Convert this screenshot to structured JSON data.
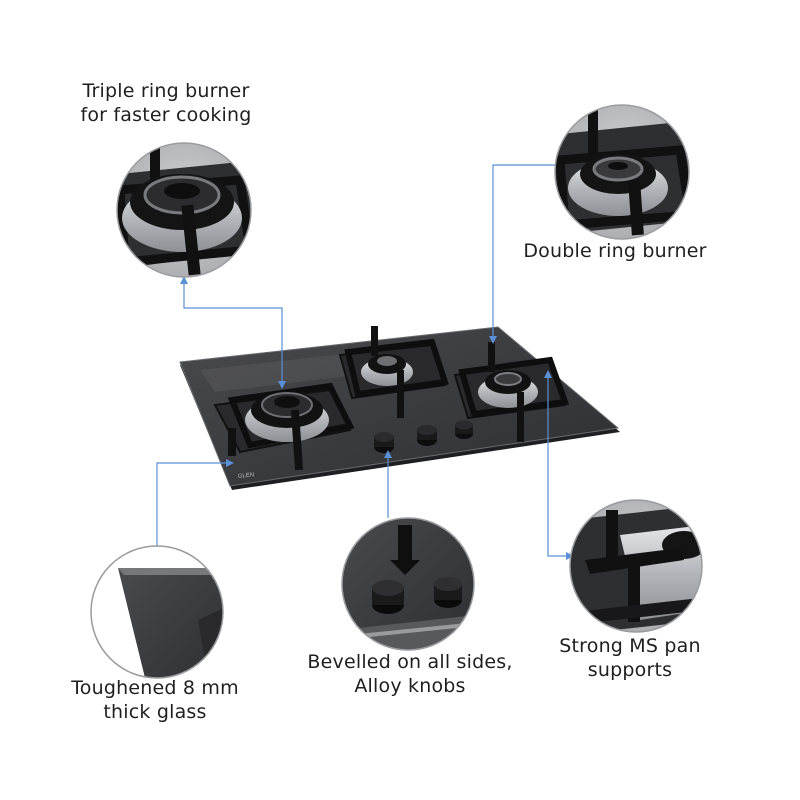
{
  "captions": {
    "triple_ring": {
      "line1": "Triple ring burner",
      "line2": "for faster cooking"
    },
    "double_ring": {
      "line1": "Double ring burner"
    },
    "toughened_glass": {
      "line1": "Toughened 8 mm",
      "line2": "thick glass"
    },
    "bevelled": {
      "line1": "Bevelled on all sides,",
      "line2": "Alloy knobs"
    },
    "pan_supports": {
      "line1": "Strong MS pan",
      "line2": "supports"
    }
  },
  "colors": {
    "leader_line": "#5b8fd6",
    "glass": "#3a3b3e",
    "steel": "#b9bcc0",
    "cast_iron": "#1c1c1e"
  }
}
